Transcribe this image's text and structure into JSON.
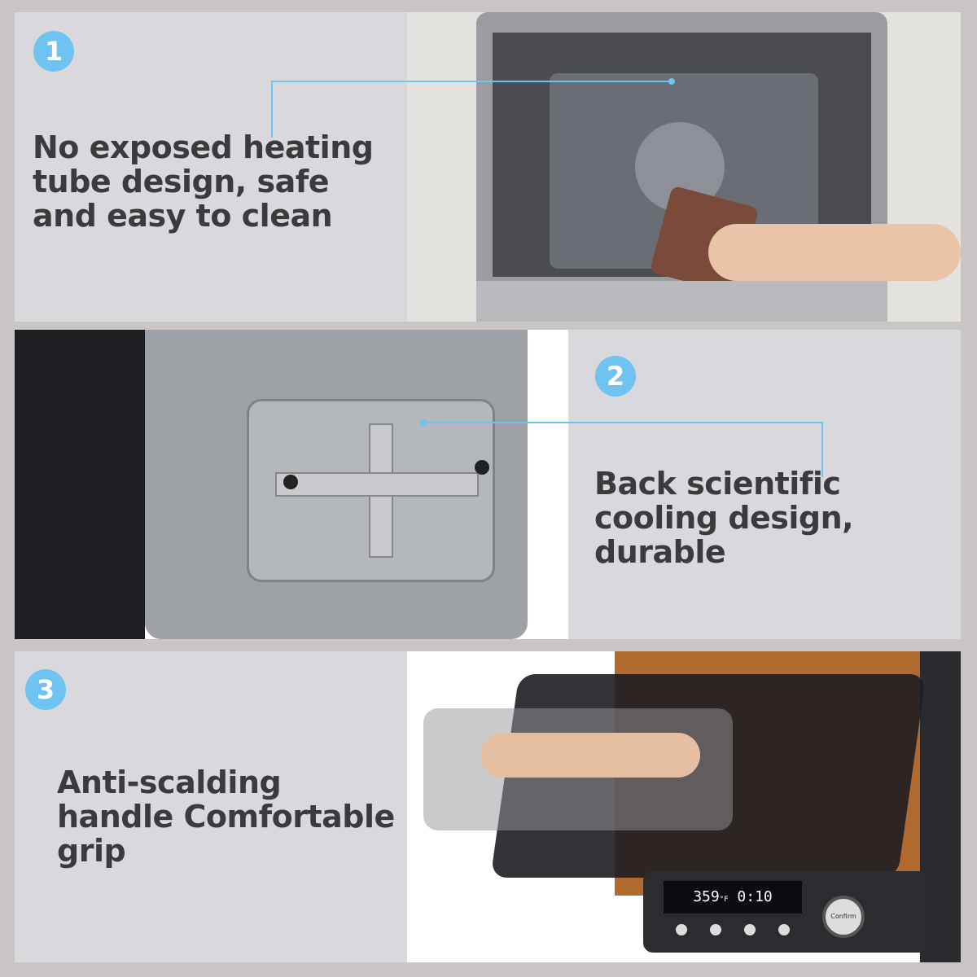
{
  "accent_color": "#6ec3f0",
  "features": [
    {
      "number": "1",
      "caption": "No exposed heating tube design, safe and easy to clean",
      "photo": "oven-interior-cleaning"
    },
    {
      "number": "2",
      "caption": "Back scientific cooling design, durable",
      "photo": "oven-back-vents"
    },
    {
      "number": "3",
      "caption": "Anti-scalding handle Comfortable grip",
      "photo": "oven-door-opening"
    }
  ],
  "oven_display": {
    "temperature": "359",
    "temp_unit": "°F",
    "time": "0:10",
    "knob_label": "Confirm"
  }
}
